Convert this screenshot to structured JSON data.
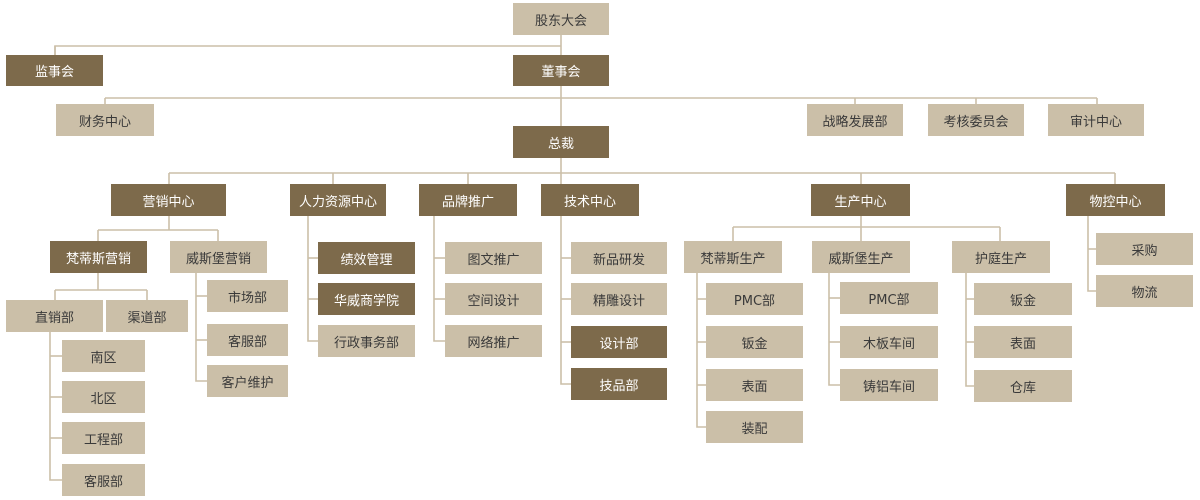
{
  "org_chart": {
    "shareholders": "股东大会",
    "supervisors": "监事会",
    "board": "董事会",
    "finance": "财务中心",
    "strategy": "战略发展部",
    "assessment": "考核委员会",
    "audit": "审计中心",
    "ceo": "总裁",
    "marketing": "营销中心",
    "hr": "人力资源中心",
    "brand": "品牌推广",
    "tech": "技术中心",
    "production": "生产中心",
    "logistics": "物控中心",
    "fandisi_marketing": "梵蒂斯营销",
    "weisibao_marketing": "威斯堡营销",
    "direct_sales": "直销部",
    "channel": "渠道部",
    "south": "南区",
    "north": "北区",
    "engineering": "工程部",
    "customer_service_a": "客服部",
    "market": "市场部",
    "customer_service_b": "客服部",
    "customer_maintenance": "客户维护",
    "performance": "绩效管理",
    "academy": "华威商学院",
    "admin": "行政事务部",
    "graphic_promo": "图文推广",
    "space_design": "空间设计",
    "online_promo": "网络推广",
    "new_product": "新品研发",
    "carving_design": "精雕设计",
    "design_dept": "设计部",
    "technique_dept": "技品部",
    "fandisi_production": "梵蒂斯生产",
    "weisibao_production": "威斯堡生产",
    "huting_production": "护庭生产",
    "pmc_a": "PMC部",
    "sheet_metal_a": "钣金",
    "surface_a": "表面",
    "assembly": "装配",
    "pmc_b": "PMC部",
    "wood_workshop": "木板车间",
    "cast_aluminum": "铸铝车间",
    "sheet_metal_c": "钣金",
    "surface_c": "表面",
    "warehouse": "仓库",
    "purchase": "采购",
    "logistics_flow": "物流"
  }
}
